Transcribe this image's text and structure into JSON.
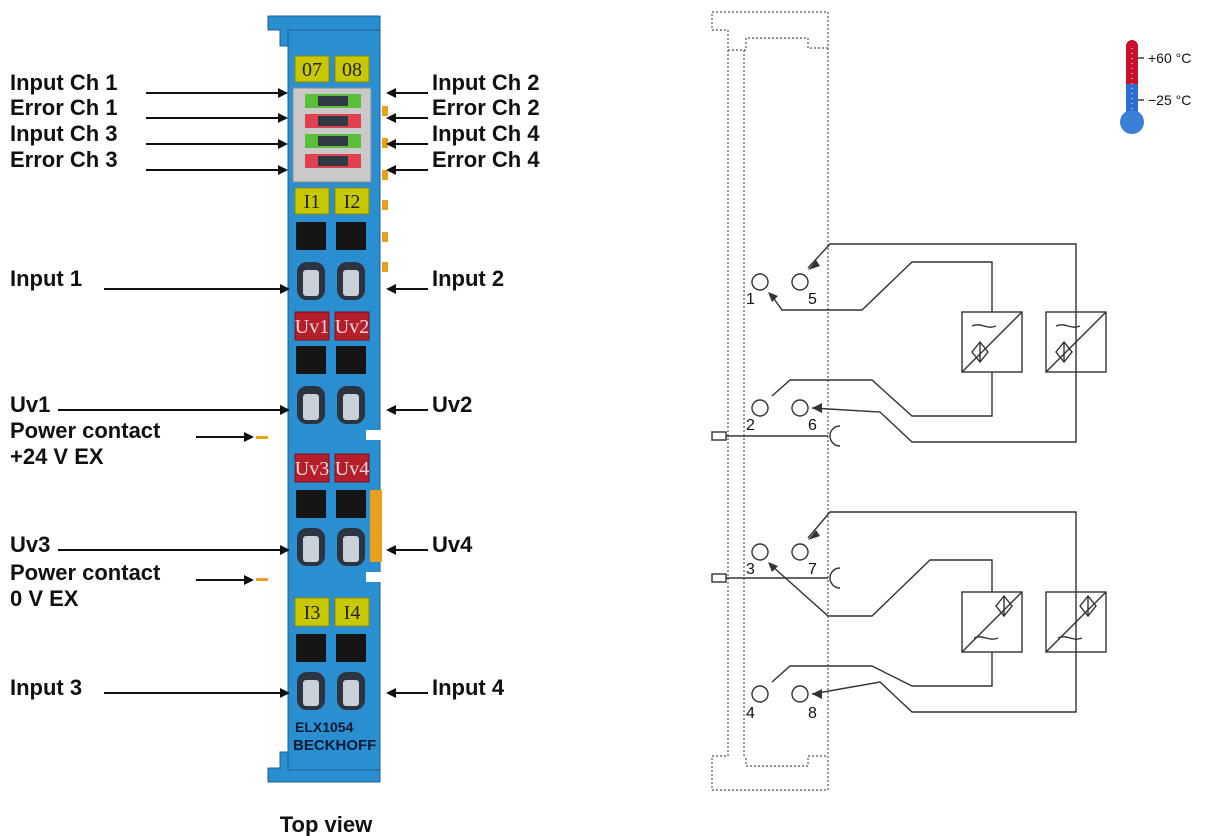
{
  "terminal": {
    "model": "ELX1054",
    "brand": "BECKHOFF",
    "view_label": "Top view",
    "top_leds": [
      "07",
      "08"
    ],
    "input_leds": [
      "I1",
      "I2"
    ],
    "input_leds_2": [
      "I3",
      "I4"
    ],
    "uv_leds": [
      "Uv1",
      "Uv2"
    ],
    "uv_leds_2": [
      "Uv3",
      "Uv4"
    ]
  },
  "labels_left": {
    "input_ch1": "Input Ch 1",
    "error_ch1": "Error Ch 1",
    "input_ch3": "Input Ch 3",
    "error_ch3": "Error Ch 3",
    "input_1": "Input 1",
    "uv1": "Uv1",
    "power_contact_24_l1": "Power contact",
    "power_contact_24_l2": "+24 V EX",
    "uv3": "Uv3",
    "power_contact_0_l1": "Power contact",
    "power_contact_0_l2": "0 V EX",
    "input_3": "Input 3"
  },
  "labels_right": {
    "input_ch2": "Input Ch 2",
    "error_ch2": "Error Ch 2",
    "input_ch4": "Input Ch 4",
    "error_ch4": "Error Ch 4",
    "input_2": "Input 2",
    "uv2": "Uv2",
    "uv4": "Uv4",
    "input_4": "Input 4"
  },
  "schematic": {
    "pins": [
      "1",
      "2",
      "3",
      "4",
      "5",
      "6",
      "7",
      "8"
    ]
  },
  "temperature": {
    "max": "+60 °C",
    "min": "−25 °C"
  },
  "colors": {
    "terminal_blue": "#2a8fd0",
    "led_yellow": "#c8c800",
    "led_red": "#b51f2b",
    "contact_orange": "#e8a020"
  }
}
